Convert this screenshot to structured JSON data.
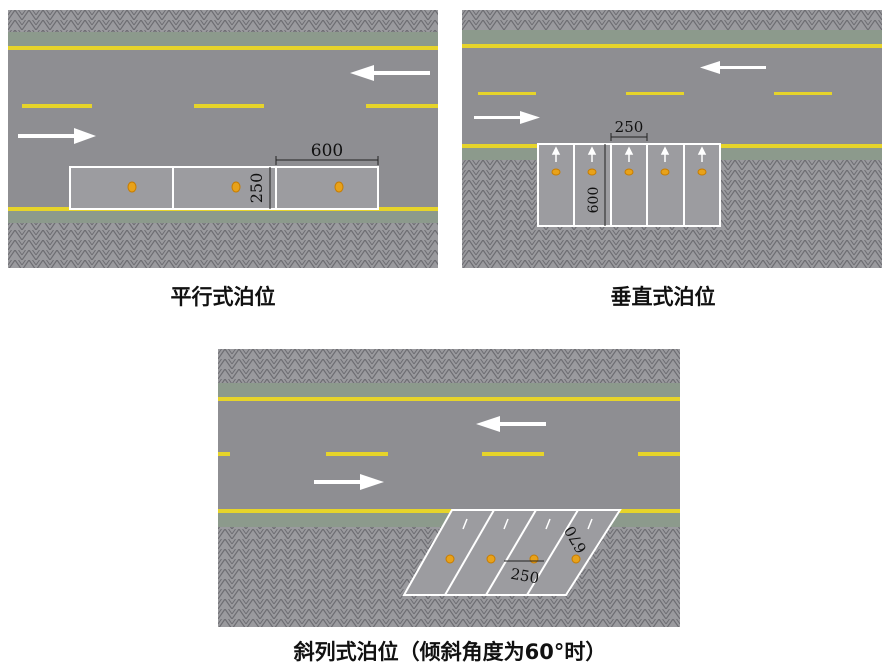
{
  "diagrams": [
    {
      "id": "parallel",
      "caption": "平行式泊位",
      "dimension_length": "600",
      "dimension_width": "250"
    },
    {
      "id": "perpendicular",
      "caption": "垂直式泊位",
      "dimension_width": "250",
      "dimension_length": "600"
    },
    {
      "id": "oblique",
      "caption": "斜列式泊位（倾斜角度为60°时）",
      "dimension_width": "250",
      "dimension_length": "670"
    }
  ],
  "colors": {
    "road": "#8e8e92",
    "sidewalk": "#9a9a9e",
    "green_strip": "#8c9a8c",
    "yellow_line": "#e6d42a",
    "marking": "#ffffff",
    "sensor": "#e8a21a"
  }
}
